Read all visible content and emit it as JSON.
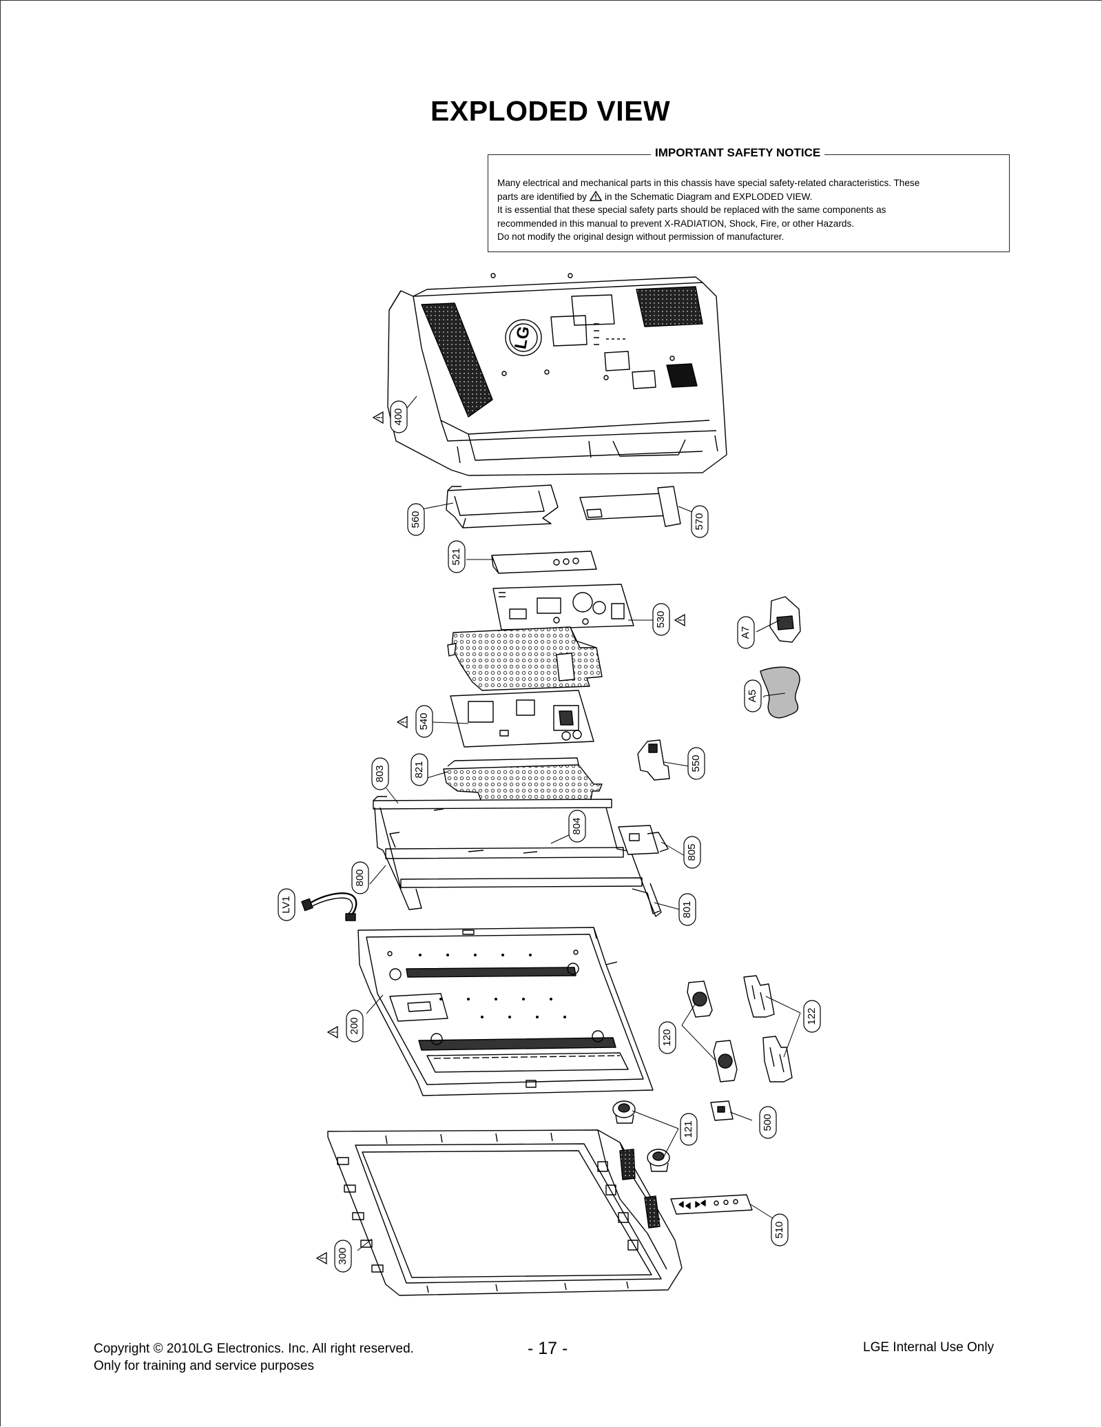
{
  "page": {
    "title": "EXPLODED VIEW",
    "page_number": "- 17 -"
  },
  "notice": {
    "title": "IMPORTANT SAFETY NOTICE",
    "line1": "Many electrical and mechanical parts in this chassis have special safety-related characteristics. These",
    "line2a": "parts are identified by",
    "line2b": "in the Schematic Diagram and EXPLODED VIEW.",
    "line3": "It is essential that these special safety parts should be replaced with the same components as",
    "line4": "recommended in this manual to prevent X-RADIATION, Shock, Fire, or other Hazards.",
    "line5": "Do not modify the original design without permission of manufacturer."
  },
  "diagram": {
    "callouts": [
      "400",
      "560",
      "570",
      "521",
      "530",
      "A7",
      "A5",
      "540",
      "550",
      "821",
      "803",
      "804",
      "805",
      "800",
      "LV1",
      "801",
      "200",
      "120",
      "122",
      "500",
      "121",
      "510",
      "300"
    ],
    "safety_marked_parts": [
      "400",
      "530",
      "540",
      "200",
      "300"
    ],
    "logo_text": "LG",
    "icons": [
      "warning-triangle-icon"
    ]
  },
  "footer": {
    "copyright_line1": "Copyright  © 2010LG Electronics. Inc. All right reserved.",
    "copyright_line2": "Only for training and service purposes",
    "internal": "LGE Internal Use Only"
  }
}
